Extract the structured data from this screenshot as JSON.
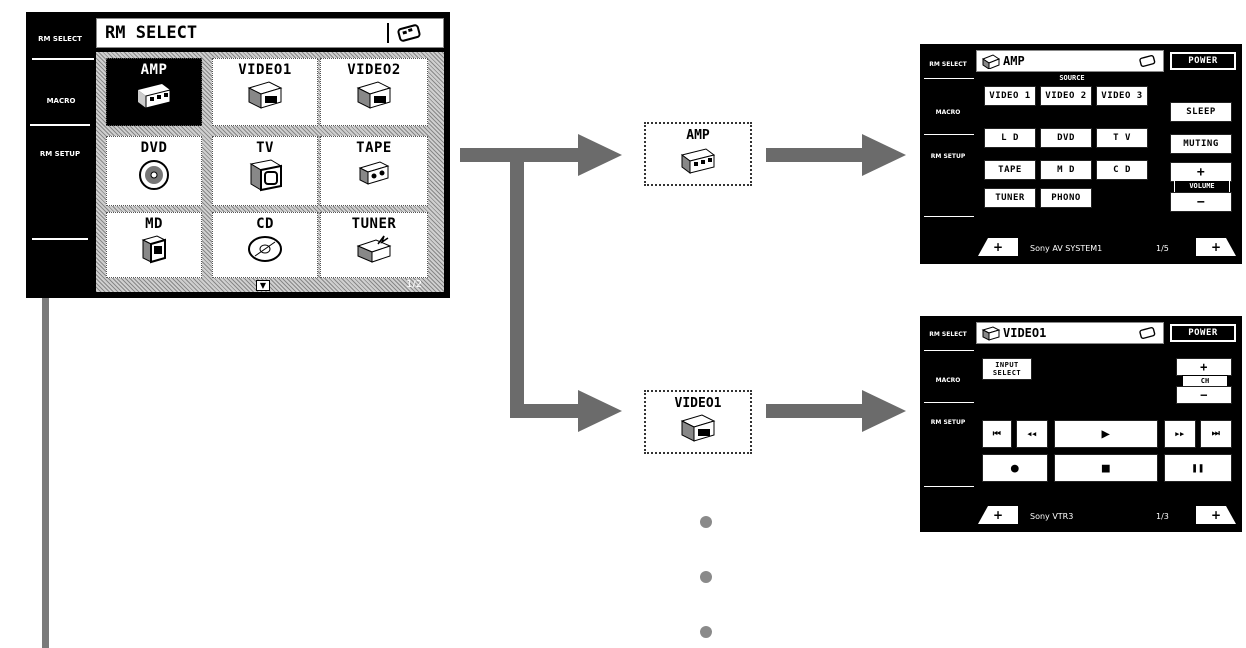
{
  "rm_select": {
    "sidebar_top": "RM SELECT",
    "sidebar_macro": "MACRO",
    "sidebar_setup": "RM SETUP",
    "title": "RM SELECT",
    "page": "1/2",
    "scroll_symbol": "▼",
    "tiles": [
      {
        "label": "AMP",
        "icon": "amp-icon",
        "selected": true
      },
      {
        "label": "VIDEO1",
        "icon": "vcr-icon"
      },
      {
        "label": "VIDEO2",
        "icon": "vcr-icon"
      },
      {
        "label": "DVD",
        "icon": "disc-icon"
      },
      {
        "label": "TV",
        "icon": "tv-icon"
      },
      {
        "label": "TAPE",
        "icon": "cassette-icon"
      },
      {
        "label": "MD",
        "icon": "md-icon"
      },
      {
        "label": "CD",
        "icon": "cd-icon"
      },
      {
        "label": "TUNER",
        "icon": "tuner-icon"
      }
    ]
  },
  "callouts": {
    "amp": "AMP",
    "video1": "VIDEO1"
  },
  "amp_panel": {
    "sidebar_top": "RM SELECT",
    "sidebar_macro": "MACRO",
    "sidebar_setup": "RM SETUP",
    "title": "AMP",
    "power": "POWER",
    "source_label": "SOURCE",
    "buttons": {
      "video1": "VIDEO 1",
      "video2": "VIDEO 2",
      "video3": "VIDEO 3",
      "ld": "L D",
      "dvd": "DVD",
      "tv": "T V",
      "tape": "TAPE",
      "md": "M D",
      "cd": "C D",
      "tuner": "TUNER",
      "phono": "PHONO",
      "sleep": "SLEEP",
      "muting": "MUTING",
      "plus": "+",
      "volume": "VOLUME",
      "minus": "−"
    },
    "footer": "Sony AV SYSTEM1",
    "page": "1/5"
  },
  "video_panel": {
    "sidebar_top": "RM SELECT",
    "sidebar_macro": "MACRO",
    "sidebar_setup": "RM SETUP",
    "title": "VIDEO1",
    "power": "POWER",
    "input_select": "INPUT SELECT",
    "ch_plus": "+",
    "ch_label": "CH",
    "ch_minus": "−",
    "transport": {
      "prev": "⏮",
      "rew": "◀◀",
      "play": "▶",
      "ff": "▶▶",
      "next": "⏭",
      "rec": "●",
      "stop": "■",
      "pause": "❚❚"
    },
    "footer": "Sony VTR3",
    "page": "1/3"
  },
  "colors": {
    "arrow": "#6b6b6b",
    "highlight": "#7a7a7a",
    "dots": "#8a8a8a"
  }
}
